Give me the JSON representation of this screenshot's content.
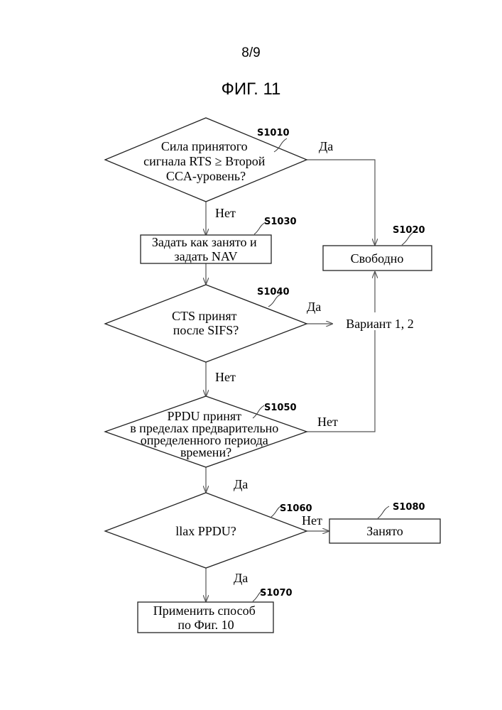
{
  "header": {
    "page_number": "8/9",
    "figure_title": "ФИГ. 11"
  },
  "nodes": {
    "s1010": {
      "step": "S1010",
      "lines": [
        "Сила принятого",
        "сигнала RTS ≥ Второй",
        "CCA-уровень?"
      ]
    },
    "s1020": {
      "step": "S1020",
      "lines": [
        "Свободно"
      ]
    },
    "s1030": {
      "step": "S1030",
      "lines": [
        "Задать как занято и",
        "задать NAV"
      ]
    },
    "s1040": {
      "step": "S1040",
      "lines": [
        "CTS принят",
        "после SIFS?"
      ]
    },
    "variant": {
      "lines": [
        "Вариант 1, 2"
      ]
    },
    "s1050": {
      "step": "S1050",
      "lines": [
        "PPDU принят",
        "в пределах предварительно",
        "определенного периода",
        "времени?"
      ]
    },
    "s1060": {
      "step": "S1060",
      "lines": [
        "llax PPDU?"
      ]
    },
    "s1070": {
      "step": "S1070",
      "lines": [
        "Применить способ",
        "по Фиг. 10"
      ]
    },
    "s1080": {
      "step": "S1080",
      "lines": [
        "Занято"
      ]
    }
  },
  "edge_labels": {
    "s1010_yes": "Да",
    "s1010_no": "Нет",
    "s1040_yes": "Да",
    "s1040_no": "Нет",
    "s1050_no": "Нет",
    "s1050_yes": "Да",
    "s1060_no": "Нет",
    "s1060_yes": "Да"
  },
  "colors": {
    "stroke": "#222222",
    "background": "#ffffff"
  }
}
